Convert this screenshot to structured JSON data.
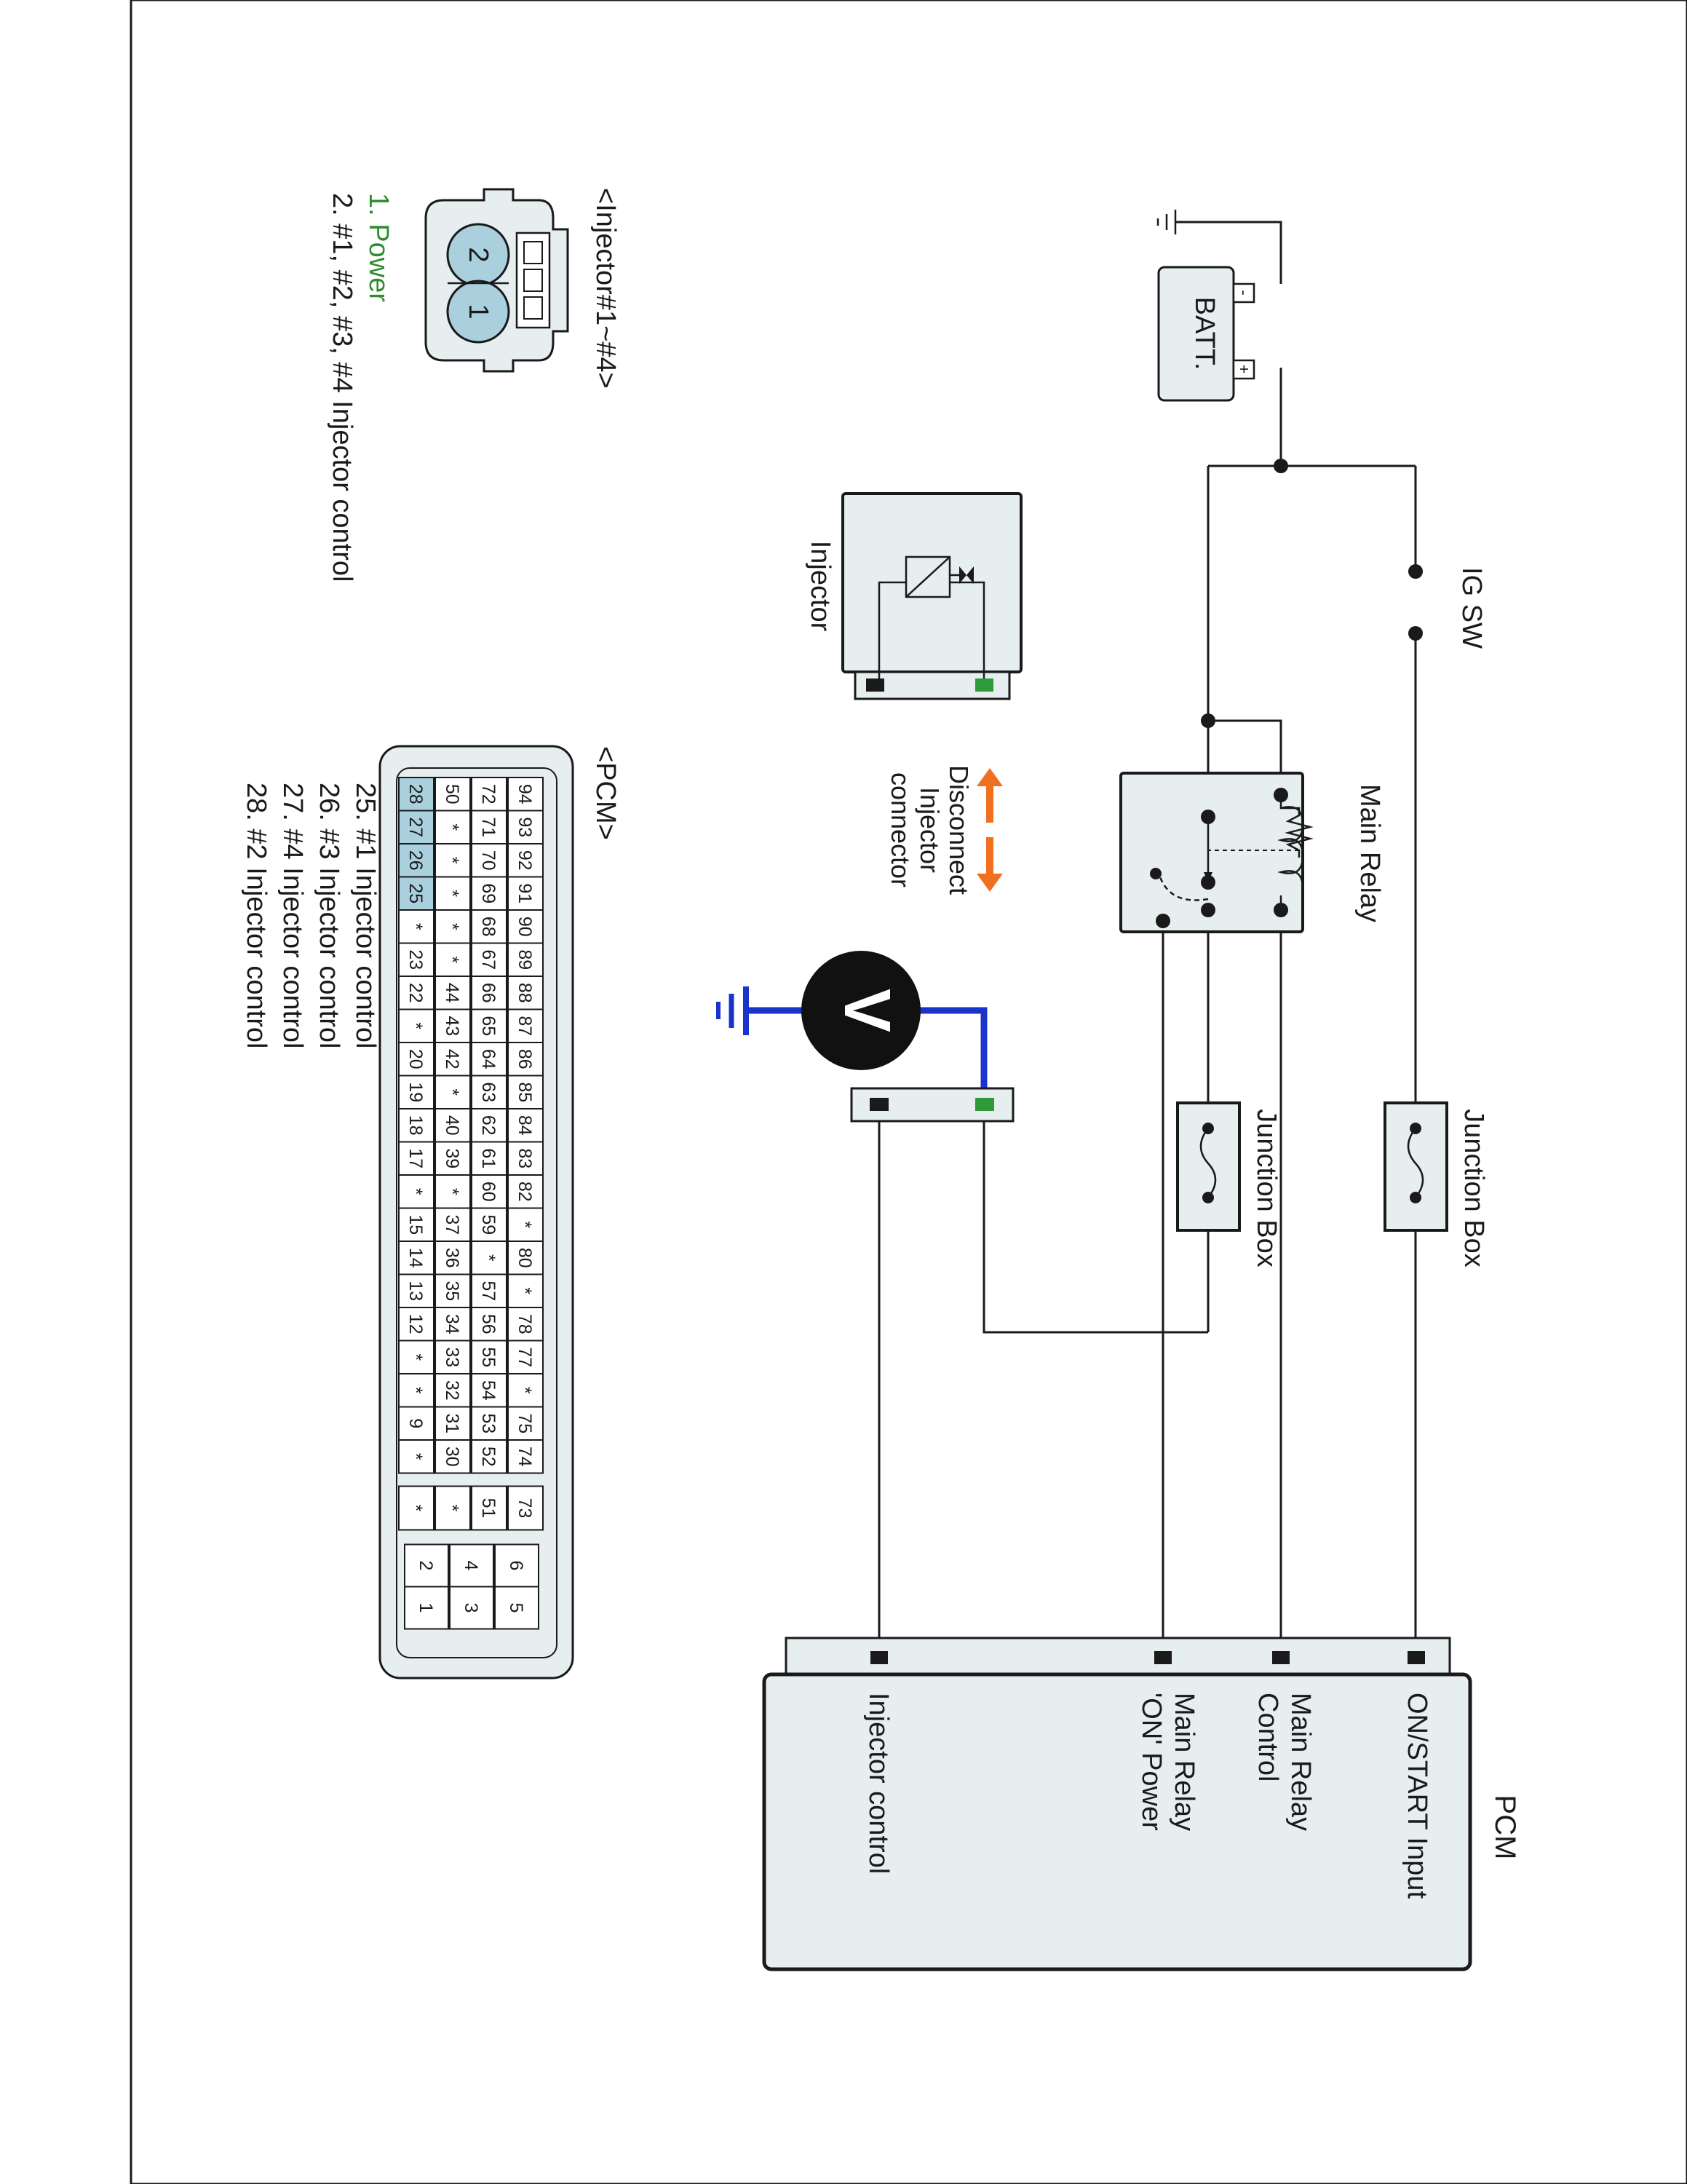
{
  "components": {
    "battery": "BATT.",
    "battery_plus": "+",
    "battery_minus": "-",
    "ig_switch": "IG SW",
    "injector": "Injector",
    "disconnect_note": [
      "Disconnect",
      "Injector",
      "connector"
    ],
    "main_relay": "Main Relay",
    "junction_box_1": "Junction Box",
    "junction_box_2": "Junction Box",
    "voltmeter": "V",
    "pcm": "PCM"
  },
  "pcm_inputs": [
    "ON/START Input",
    [
      "Main Relay",
      "Control"
    ],
    [
      "Main Relay",
      "'ON' Power"
    ],
    "Injector control"
  ],
  "injector_connector": {
    "title": "<Injector#1~#4>",
    "pin_labels": [
      "2",
      "1"
    ],
    "pins": [
      {
        "text": "1. Power",
        "color": "#2e8b2e"
      },
      {
        "text": "2. #1, #2, #3, #4 Injector control",
        "color": "#1a1a1a"
      }
    ]
  },
  "pcm_connector": {
    "title": "<PCM>",
    "rows": [
      [
        "94",
        "93",
        "92",
        "91",
        "90",
        "89",
        "88",
        "87",
        "86",
        "85",
        "84",
        "83",
        "82",
        "*",
        "80",
        "*",
        "78",
        "77",
        "*",
        "75",
        "74"
      ],
      [
        "72",
        "71",
        "70",
        "69",
        "68",
        "67",
        "66",
        "65",
        "64",
        "63",
        "62",
        "61",
        "60",
        "59",
        "*",
        "57",
        "56",
        "55",
        "54",
        "53",
        "52"
      ],
      [
        "50",
        "*",
        "*",
        "*",
        "*",
        "*",
        "44",
        "43",
        "42",
        "*",
        "40",
        "39",
        "*",
        "37",
        "36",
        "35",
        "34",
        "33",
        "32",
        "31",
        "30"
      ],
      [
        "28",
        "27",
        "26",
        "25",
        "*",
        "23",
        "22",
        "*",
        "20",
        "19",
        "18",
        "17",
        "*",
        "15",
        "14",
        "13",
        "12",
        "*",
        "*",
        "9",
        "*"
      ]
    ],
    "side_rows": [
      [
        "73"
      ],
      [
        "51"
      ],
      [
        "*"
      ],
      [
        "*"
      ]
    ],
    "end_rows": [
      [
        "6",
        "5"
      ],
      [
        "4",
        "3"
      ],
      [
        "2",
        "1"
      ]
    ],
    "highlight": [
      "28",
      "27",
      "26",
      "25"
    ],
    "pins": [
      "25. #1 Injector control",
      "26. #3 Injector control",
      "27. #4 Injector control",
      "28. #2 Injector control"
    ]
  },
  "colors": {
    "power_pin": "#2e8b2e",
    "probe_wire": "#1a33cc",
    "arrow": "#f07020",
    "box_fill": "#e6eeef",
    "pin_highlight": "#a9d0dc"
  }
}
